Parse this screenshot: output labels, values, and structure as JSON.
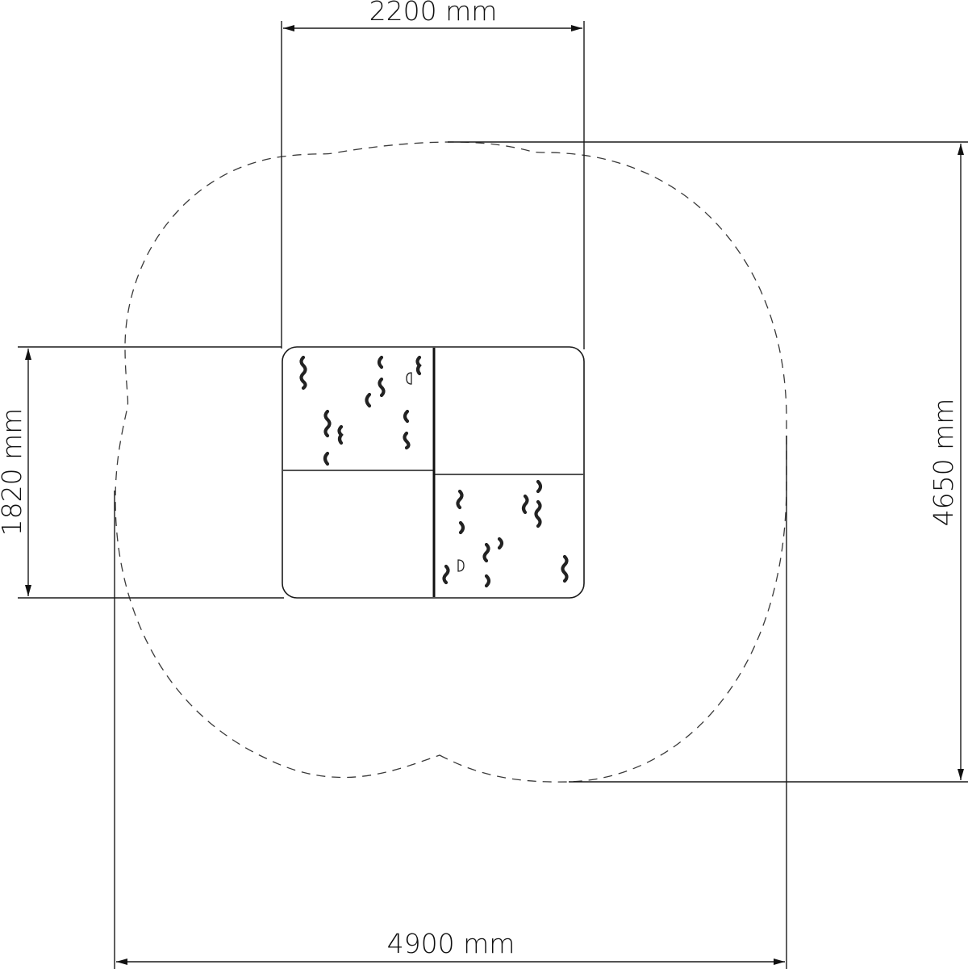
{
  "drawing": {
    "type": "plan-view dimension drawing",
    "line_color": "#1a1a1a",
    "background": "#ffffff",
    "dimensions": {
      "top_width": {
        "label": "2200 mm",
        "value": 2200,
        "unit": "mm",
        "meaning": "equipment width"
      },
      "left_height": {
        "label": "1820 mm",
        "value": 1820,
        "unit": "mm",
        "meaning": "equipment depth"
      },
      "right_height": {
        "label": "4650 mm",
        "value": 4650,
        "unit": "mm",
        "meaning": "safety zone depth"
      },
      "bottom_width": {
        "label": "4900 mm",
        "value": 4900,
        "unit": "mm",
        "meaning": "safety zone width"
      }
    },
    "equipment": {
      "shape": "rounded rectangle",
      "panels": [
        {
          "id": "top-left",
          "pattern": "climbing-holds"
        },
        {
          "id": "top-right",
          "pattern": "blank"
        },
        {
          "id": "bottom-left",
          "pattern": "blank"
        },
        {
          "id": "bottom-right",
          "pattern": "climbing-holds"
        }
      ]
    },
    "safety_zone": {
      "style": "dashed outline"
    }
  }
}
